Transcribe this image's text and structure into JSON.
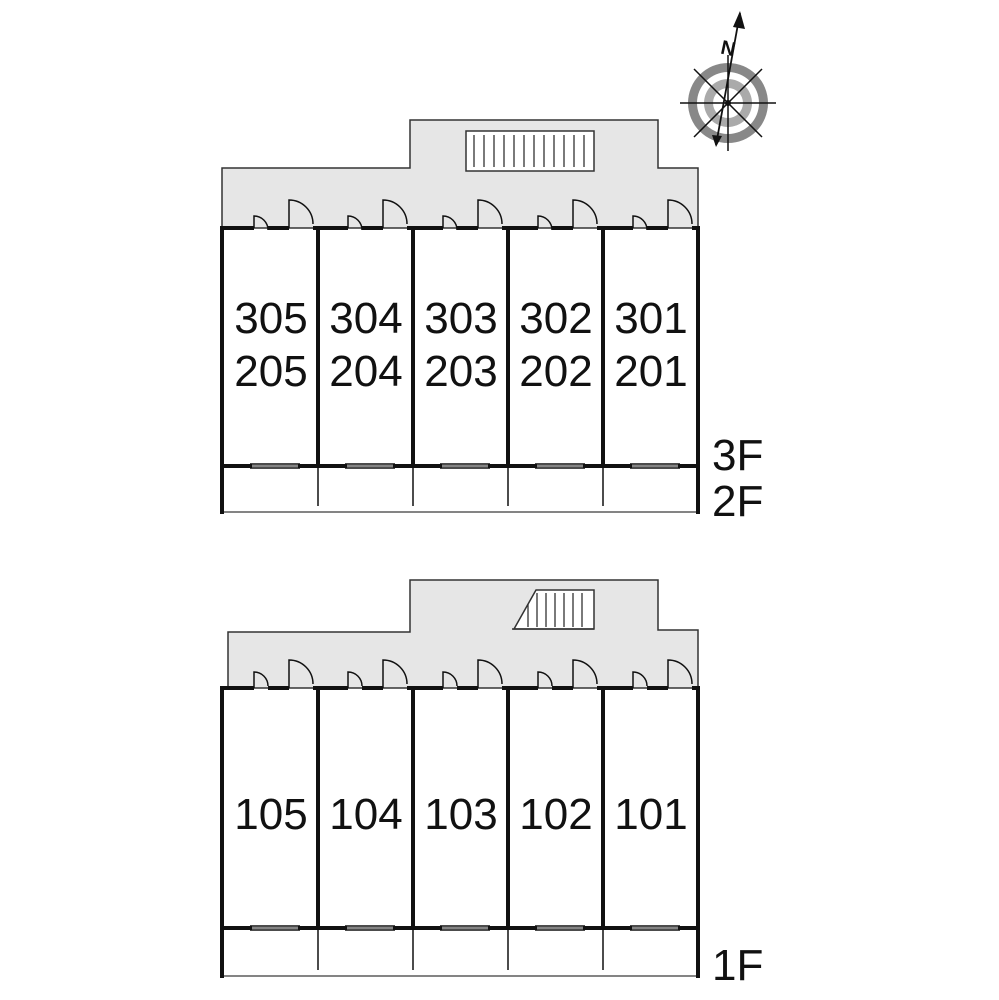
{
  "compass": {
    "label": "N",
    "icon": "compass-rose-icon"
  },
  "colors": {
    "wall": "#111111",
    "corridor": "#e6e6e6",
    "background": "#ffffff"
  },
  "upper_block": {
    "floor_labels": [
      "3F",
      "2F"
    ],
    "units": [
      {
        "top": "305",
        "bottom": "205"
      },
      {
        "top": "304",
        "bottom": "204"
      },
      {
        "top": "303",
        "bottom": "203"
      },
      {
        "top": "302",
        "bottom": "202"
      },
      {
        "top": "301",
        "bottom": "201"
      }
    ]
  },
  "lower_block": {
    "floor_labels": [
      "1F"
    ],
    "units": [
      {
        "top": "105"
      },
      {
        "top": "104"
      },
      {
        "top": "103"
      },
      {
        "top": "102"
      },
      {
        "top": "101"
      }
    ]
  }
}
